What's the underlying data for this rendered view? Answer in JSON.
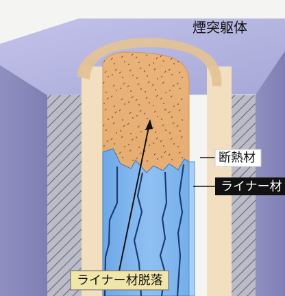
{
  "diagram": {
    "labels": {
      "chimney_body": "煙突躯体",
      "insulation": "断熱材",
      "liner": "ライナー材",
      "liner_detachment": "ライナー材脱落"
    }
  },
  "colors": {
    "background": "#f4f4f2",
    "chimney_top": "#b8b8de",
    "chimney_side": "#8f8fc0",
    "section_face": "#bcbcc8",
    "hatch": "#6c6c7c",
    "liner_wall": "#f2dfc0",
    "insulation_fill": "#e8b277",
    "liner_blue": "#6ea8e8",
    "liner_blue_light": "#9bc8f2",
    "top_rim": "#e2c396",
    "speckle": "#6a4b28",
    "label_dark_bg": "#111111",
    "label_light_bg": "#f0e6a8",
    "label_text_dark": "#111111",
    "label_text_light": "#ffffff"
  }
}
